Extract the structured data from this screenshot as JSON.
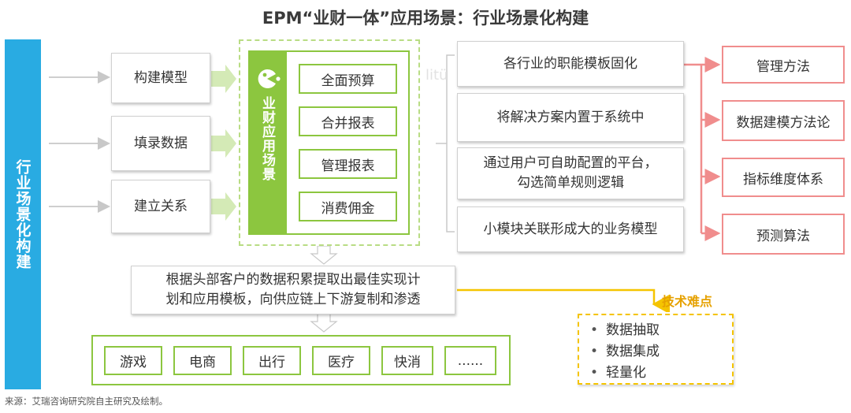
{
  "title": "EPM“业财一体”应用场景：行业场景化构建",
  "sidebar_label": "行业场景化构建",
  "steps": [
    "构建模型",
    "填录数据",
    "建立关系"
  ],
  "scene_panel": {
    "label": "业财应用场景",
    "items": [
      "全面预算",
      "合并报表",
      "管理报表",
      "消费佣金"
    ]
  },
  "faint_text": "litü",
  "features": [
    "各行业的职能模板固化",
    "将解决方案内置于系统中",
    "通过用户可自助配置的平台，\n勾选简单规则逻辑",
    "小模块关联形成大的业务模型"
  ],
  "methods": [
    "管理方法",
    "数据建模方法论",
    "指标维度体系",
    "预测算法"
  ],
  "summary": "根据头部客户的数据积累提取出最佳实现计\n划和应用模板，向供应链上下游复制和渗透",
  "industries": [
    "游戏",
    "电商",
    "出行",
    "医疗",
    "快消",
    "......"
  ],
  "tech": {
    "label": "技术难点",
    "items": [
      "数据抽取",
      "数据集成",
      "轻量化"
    ]
  },
  "source": "来源：艾瑞咨询研究院自主研究及绘制。",
  "colors": {
    "sidebar": "#29abe2",
    "green": "#8cc63f",
    "pink": "#f08d8d",
    "yellow": "#f5c400",
    "tech_label": "#e6a100"
  }
}
